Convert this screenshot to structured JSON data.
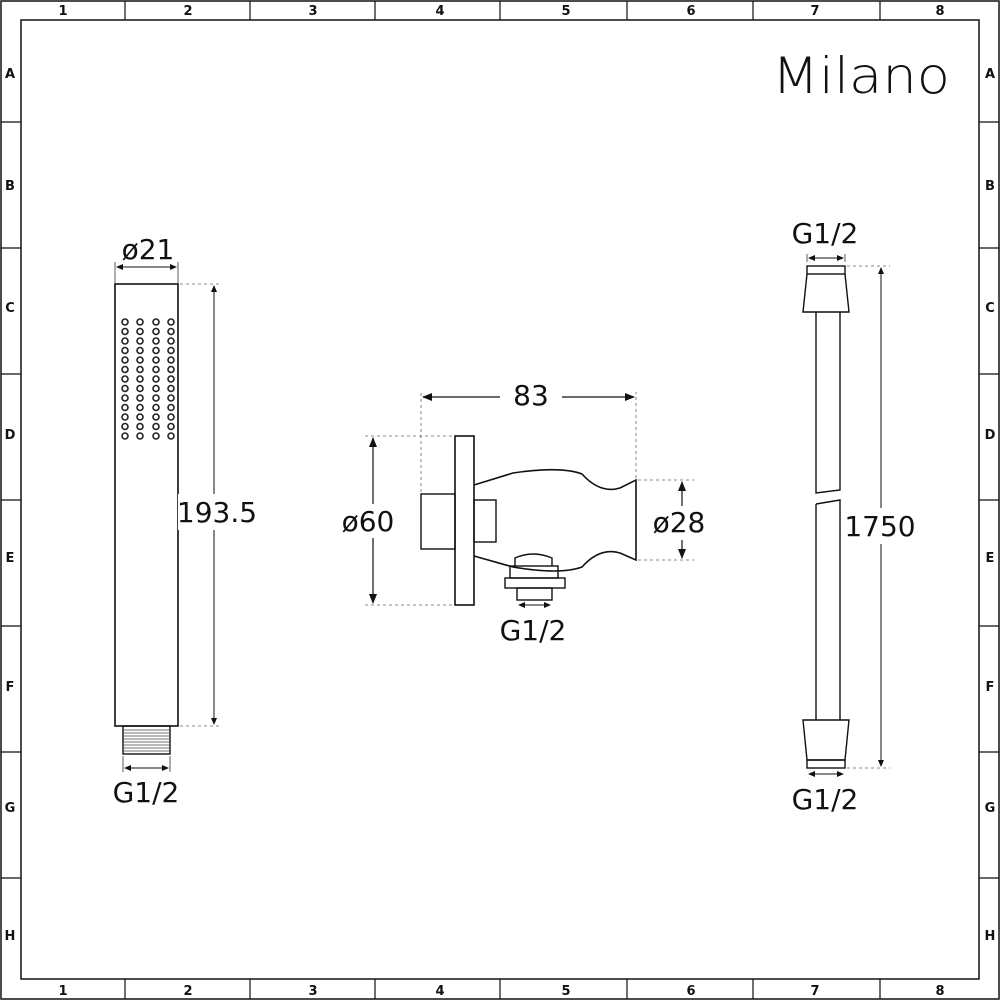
{
  "brand": "Milano",
  "ruler": {
    "columns": [
      "1",
      "2",
      "3",
      "4",
      "5",
      "6",
      "7",
      "8"
    ],
    "rows": [
      "A",
      "B",
      "C",
      "D",
      "E",
      "F",
      "G",
      "H"
    ]
  },
  "handset": {
    "diameter_label": "ø21",
    "length_label": "193.5",
    "thread_label": "G1/2"
  },
  "outlet_elbow": {
    "depth_label": "83",
    "plate_diameter_label": "ø60",
    "holder_diameter_label": "ø28",
    "outlet_thread_label": "G1/2"
  },
  "hose": {
    "top_thread_label": "G1/2",
    "length_label": "1750",
    "bottom_thread_label": "G1/2"
  }
}
